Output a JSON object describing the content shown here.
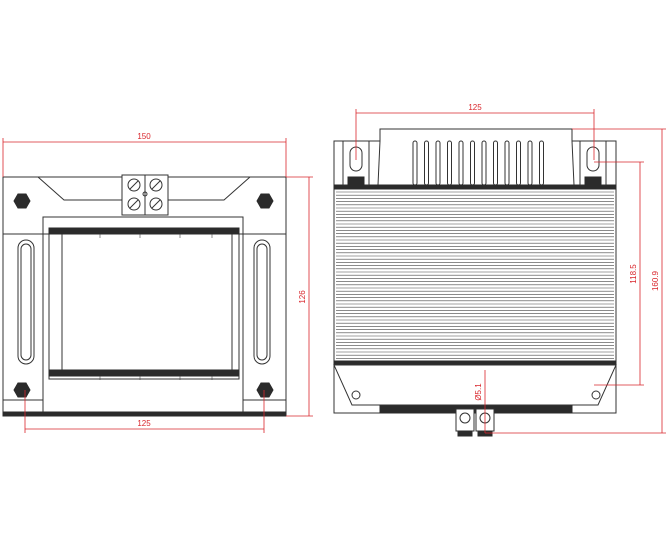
{
  "colors": {
    "dimension": "#d9262c",
    "outline": "#333333",
    "dark": "#2b2b2b"
  },
  "front_view": {
    "width_label": "150",
    "height_label": "126",
    "mount_spacing_label": "125",
    "terminal_block_icon": "screw-terminal-icon"
  },
  "side_view": {
    "slot_spacing_label": "125",
    "core_height_label": "118.5",
    "overall_height_label": "160.9",
    "terminal_diameter_label": "Ø5.1"
  }
}
